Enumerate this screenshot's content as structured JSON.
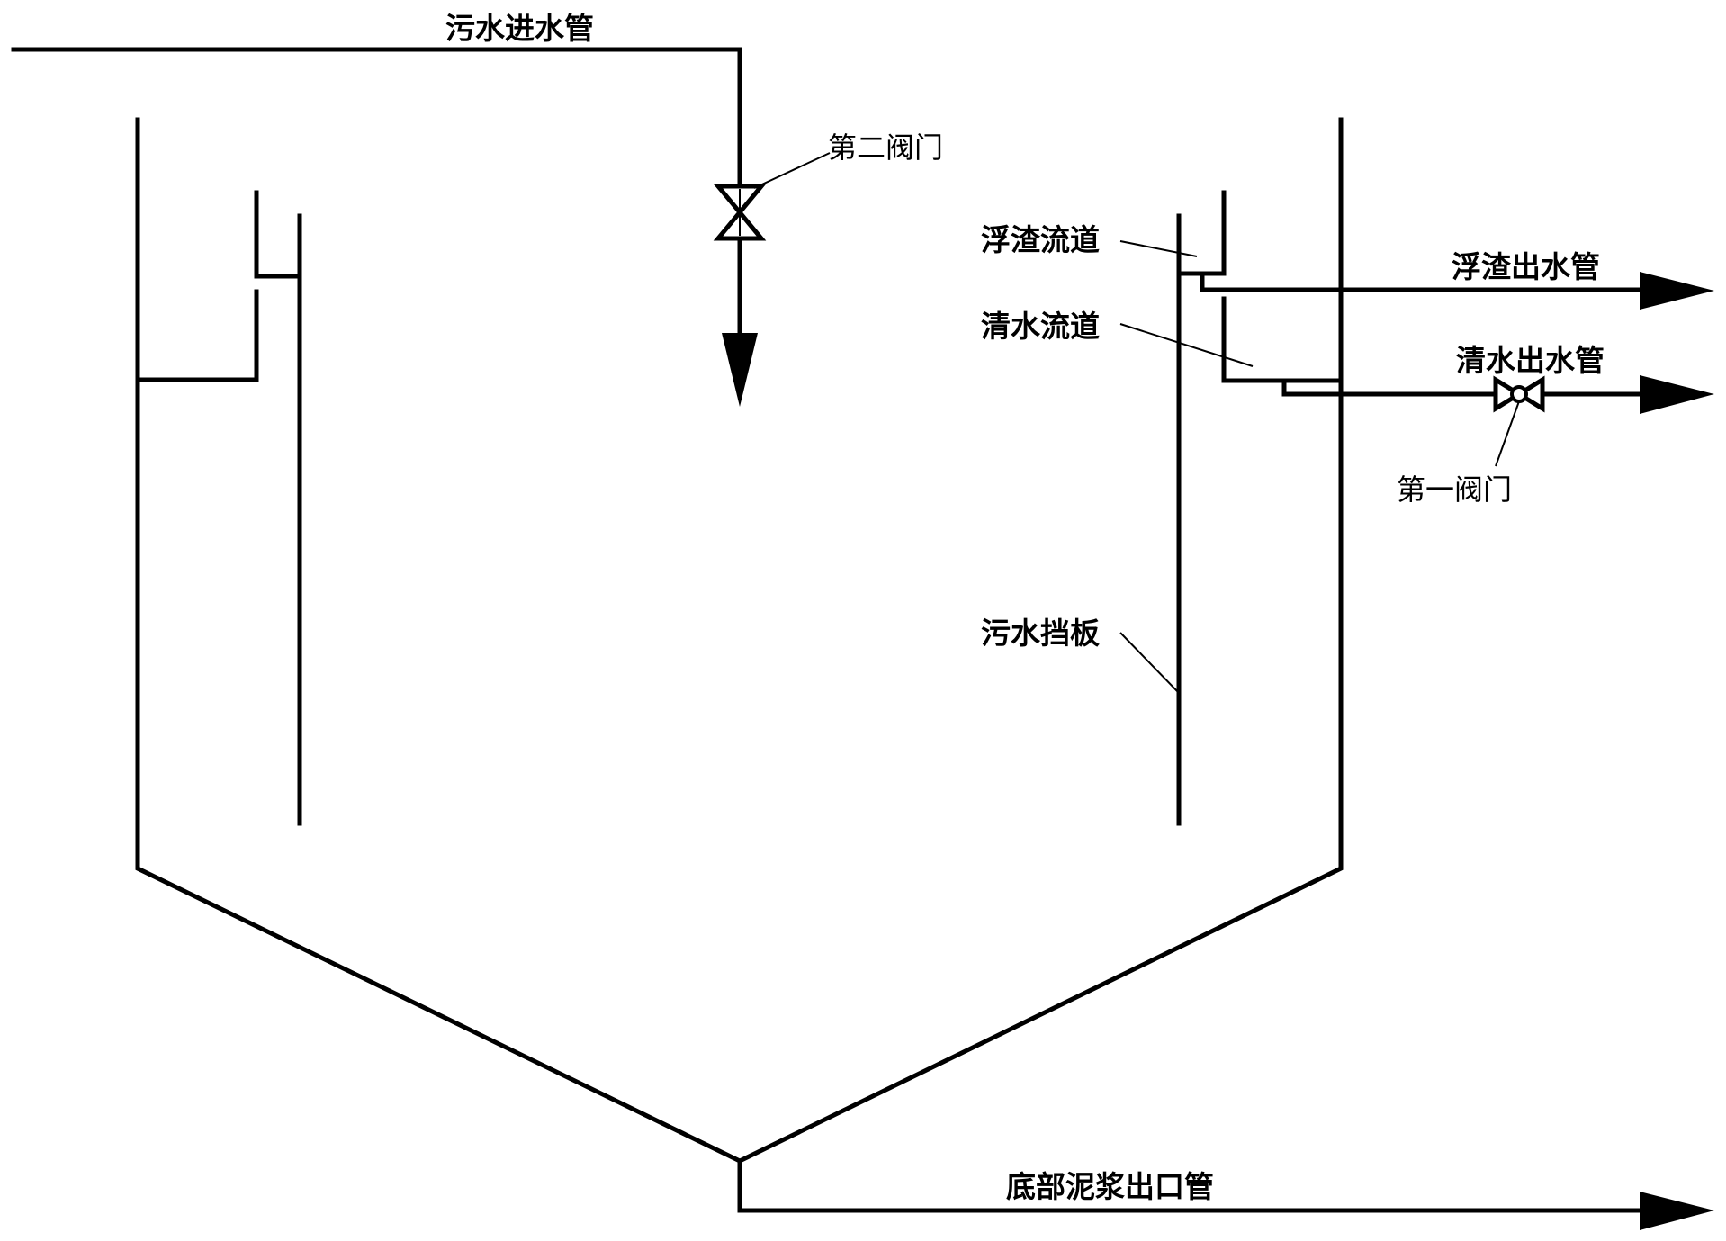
{
  "labels": {
    "sewage_inlet_pipe": "污水进水管",
    "second_valve": "第二阀门",
    "scum_channel": "浮渣流道",
    "clear_water_channel": "清水流道",
    "scum_outlet_pipe": "浮渣出水管",
    "clear_water_outlet_pipe": "清水出水管",
    "first_valve": "第一阀门",
    "sewage_baffle": "污水挡板",
    "bottom_sludge_outlet_pipe": "底部泥浆出口管"
  },
  "colors": {
    "line": "#000000",
    "background": "#ffffff"
  }
}
